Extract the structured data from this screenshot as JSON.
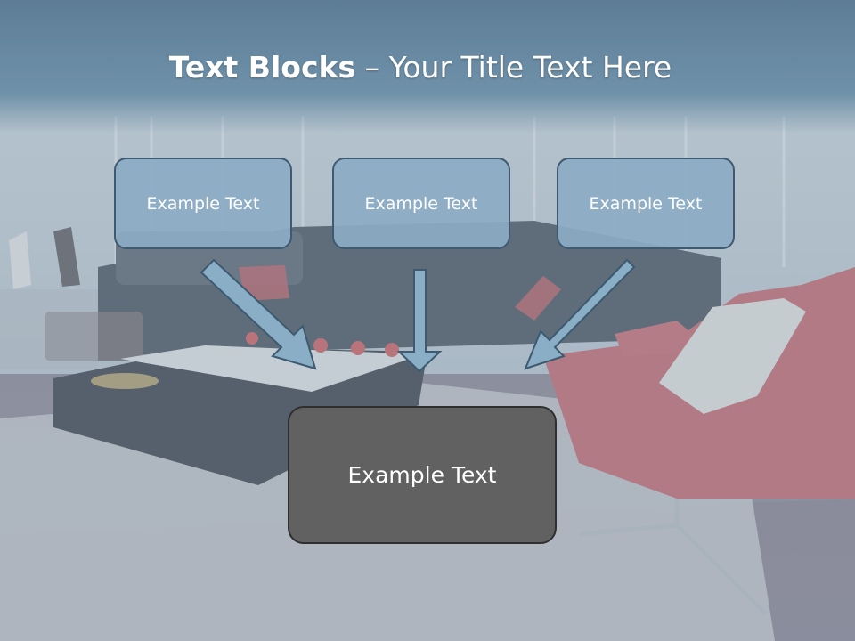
{
  "slide": {
    "title_bold": "Text Blocks",
    "title_dash": " – ",
    "title_rest": "Your Title Text Here"
  },
  "blocks": {
    "top": [
      {
        "label": "Example Text"
      },
      {
        "label": "Example Text"
      },
      {
        "label": "Example Text"
      }
    ],
    "bottom": {
      "label": "Example Text"
    }
  },
  "colors": {
    "header": "#6f91a9",
    "top_box_fill": "#8cadc4",
    "top_box_border": "#3e5a70",
    "bottom_box_fill": "#616161",
    "arrow_fill": "#8aaec6",
    "arrow_stroke": "#3d5a70"
  },
  "background": "photo of a living room with sofa, coffee table, rug and red armchair"
}
